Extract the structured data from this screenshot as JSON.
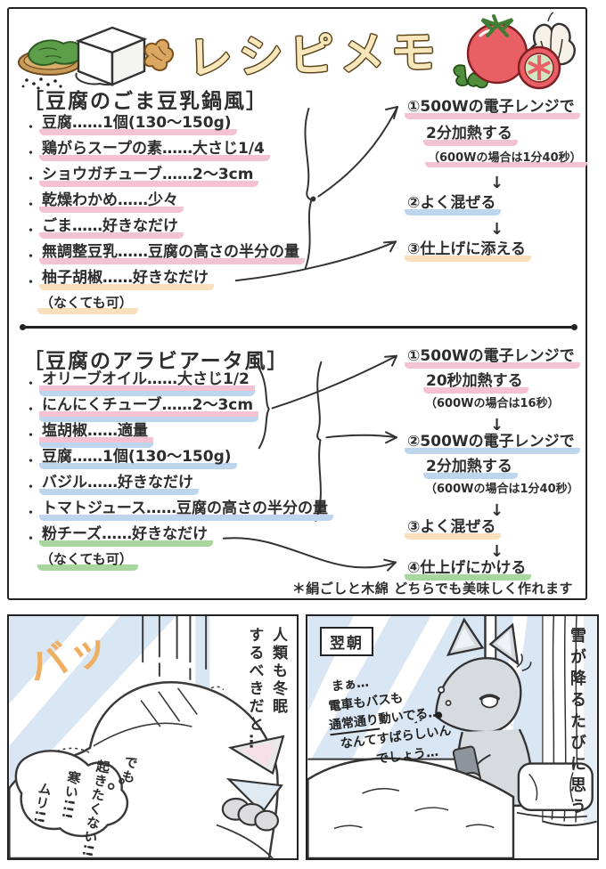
{
  "title": "レシピメモ",
  "ui": {
    "bullet": "・",
    "down_arrow": "↓"
  },
  "colors": {
    "highlight_pink": "#f4c3d3",
    "highlight_blue": "#bdd6ee",
    "highlight_orange": "#fadfbd",
    "highlight_green": "#a8d79d",
    "title_cream": "#f9e6ba",
    "sfx_orange": "#efae62",
    "panel_blue": "#d9e6f3",
    "fox_gray": "#d6dbdf"
  },
  "recipe1": {
    "heading": "［豆腐のごま豆乳鍋風］",
    "ingredients": [
      {
        "text": "豆腐……1個(130〜150g)",
        "underline": "pink"
      },
      {
        "text": "鶏がらスープの素……大さじ1/4",
        "underline": "pink"
      },
      {
        "text": "ショウガチューブ……2〜3cm",
        "underline": "pink"
      },
      {
        "text": "乾燥わかめ……少々",
        "underline": "pink"
      },
      {
        "text": "ごま……好きなだけ",
        "underline": "pink"
      },
      {
        "text": "無調整豆乳……豆腐の高さの半分の量",
        "underline": "pink"
      },
      {
        "text": "柚子胡椒……好きなだけ",
        "underline": "orange"
      },
      {
        "text": "（なくても可）",
        "underline": "orange"
      }
    ],
    "steps": [
      {
        "num": "①",
        "line1": "500Wの電子レンジで",
        "line2": "2分加熱する",
        "note": "（600Wの場合は1分40秒）",
        "underline": "pink"
      },
      {
        "num": "②",
        "text": "よく混ぜる",
        "underline": "blue"
      },
      {
        "num": "③",
        "text": "仕上げに添える",
        "underline": "orange"
      }
    ]
  },
  "recipe2": {
    "heading": "［豆腐のアラビアータ風］",
    "ingredients": [
      {
        "text": "オリーブオイル……大さじ1/2",
        "underline": "pink+blue"
      },
      {
        "text": "にんにくチューブ……2〜3cm",
        "underline": "pink+blue"
      },
      {
        "text": "塩胡椒……適量",
        "underline": "pink+blue"
      },
      {
        "text": "豆腐……1個(130〜150g)",
        "underline": "blue"
      },
      {
        "text": "バジル……好きなだけ",
        "underline": "blue"
      },
      {
        "text": "トマトジュース……豆腐の高さの半分の量",
        "underline": "blue"
      },
      {
        "text": "粉チーズ……好きなだけ",
        "underline": "green"
      },
      {
        "text": "（なくても可）",
        "underline": "green"
      }
    ],
    "steps": [
      {
        "num": "①",
        "line1": "500Wの電子レンジで",
        "line2": "20秒加熱する",
        "note": "（600Wの場合は16秒）",
        "underline": "pink"
      },
      {
        "num": "②",
        "line1": "500Wの電子レンジで",
        "line2": "2分加熱する",
        "note": "（600Wの場合は1分40秒）",
        "underline": "blue"
      },
      {
        "num": "③",
        "text": "よく混ぜる",
        "underline": "orange"
      },
      {
        "num": "④",
        "text": "仕上げにかける",
        "underline": "green"
      }
    ]
  },
  "footnote": "＊絹ごしと木綿 どちらでも美味しく作れます",
  "comic": {
    "left": {
      "sfx": "バッ",
      "monologue_lines": [
        "人類も冬眠",
        "するべきだと…"
      ],
      "shout": [
        "でも",
        "起きたくない!!",
        "寒い!!!",
        "ムリ!!"
      ]
    },
    "right": {
      "label": "翌朝",
      "speech": {
        "line1": "まぁ…",
        "line2": "電車もバスも",
        "line3_underlined": "通常通り",
        "line3_rest": "動いてる…",
        "line4": "なんてすばらしいん",
        "line5": "でしょう…"
      },
      "monologue": "雪が降るたびに思う"
    }
  }
}
